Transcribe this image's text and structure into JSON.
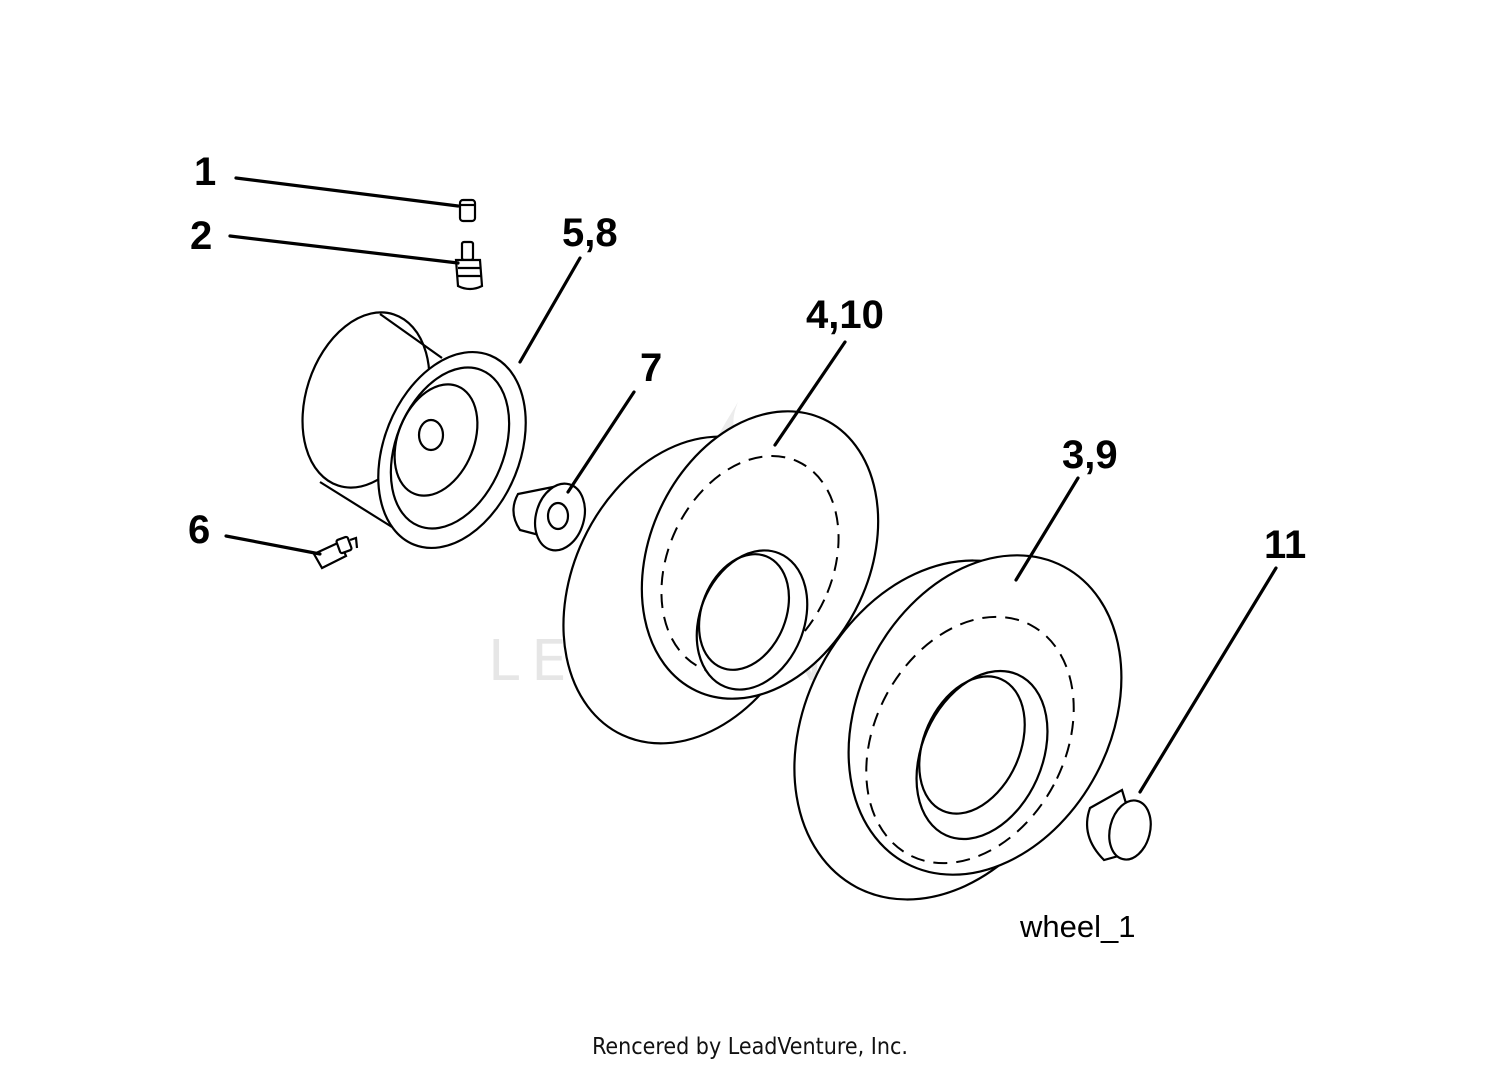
{
  "callouts": {
    "c1": "1",
    "c2": "2",
    "c58": "5,8",
    "c410": "4,10",
    "c7": "7",
    "c39": "3,9",
    "c6": "6",
    "c11": "11"
  },
  "diagram_name": "wheel_1",
  "watermark": {
    "text": "LEADVENTURE",
    "logo_icon": "leadventure-flame-icon"
  },
  "footer": "Rencered by LeadVenture, Inc.",
  "parts": [
    "valve-cap",
    "valve-stem",
    "rim",
    "tire-flap",
    "grease-fitting",
    "bushing",
    "front-tire",
    "rear-tire",
    "hub-cap"
  ]
}
